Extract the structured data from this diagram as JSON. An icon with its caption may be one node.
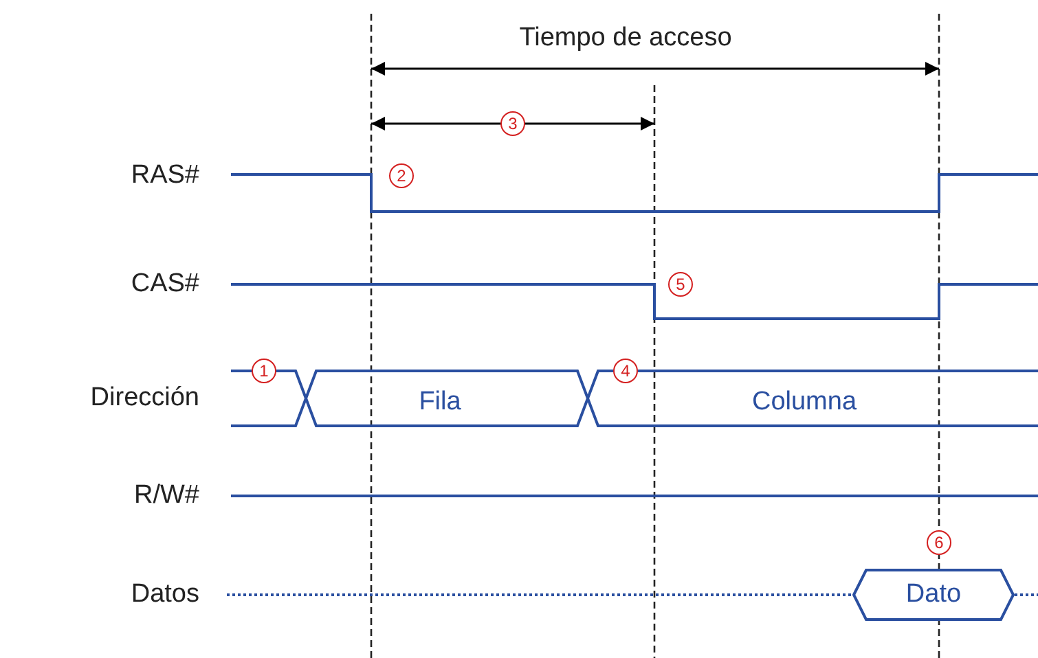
{
  "diagram": {
    "nodes": [
      {
        "text": [
          "Dato"
        ]
      }
    ],
    "labels": [
      "Tiempo de acceso",
      "3",
      "RAS#",
      "2",
      "CAS#",
      "5",
      "Dirección",
      "1",
      "Fila",
      "4",
      "Columna",
      "R/W#",
      "6",
      "Datos"
    ]
  }
}
